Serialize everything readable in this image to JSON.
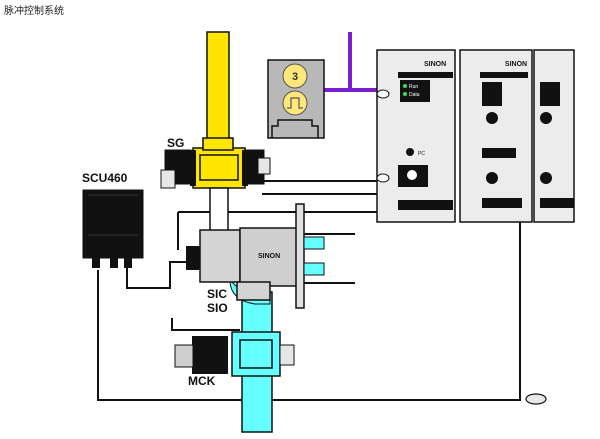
{
  "title": "脉冲控制系统",
  "labels": {
    "sg": "SG",
    "scu": "SCU460",
    "sic": "SIC",
    "sio": "SIO",
    "mck": "MCK"
  },
  "rack": {
    "brand": "SINON",
    "brand2": "SINON",
    "run": "Run",
    "data": "Data",
    "pc": "PC"
  },
  "valve_body": {
    "brand": "SINON"
  },
  "indicator": {
    "digit": "3"
  },
  "colors": {
    "pipe_top": "#ffe600",
    "pipe_bottom": "#66ffff",
    "signal_line": "#7a1fd0",
    "equipment": "#111111",
    "metal": "#d4d4d4"
  }
}
